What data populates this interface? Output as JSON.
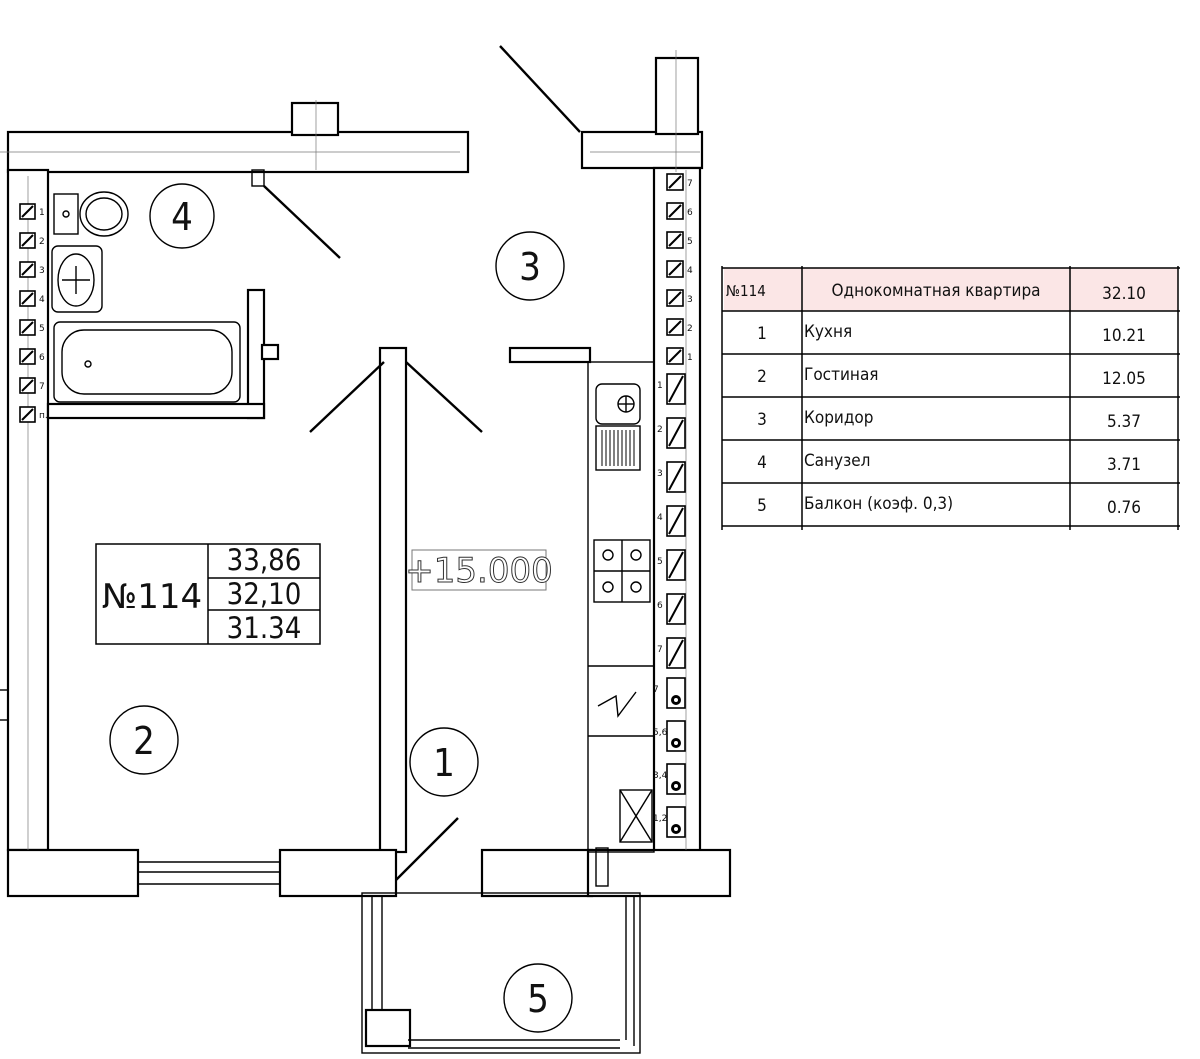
{
  "plan": {
    "apartment_label": "№114",
    "areas": [
      "33,86",
      "32,10",
      "31.34"
    ],
    "elevation": "+15.000",
    "rooms": [
      "1",
      "2",
      "3",
      "4",
      "5"
    ],
    "left_vent_labels": [
      "1",
      "2",
      "3",
      "4",
      "5",
      "6",
      "7",
      "п."
    ],
    "right_vent_labels": [
      "7",
      "6",
      "5",
      "4",
      "3",
      "2",
      "1"
    ],
    "right_slash_labels": [
      "1",
      "2",
      "3",
      "4",
      "5",
      "6",
      "7"
    ],
    "right_round_labels": [
      "7",
      "5,6",
      "3,4",
      "1,2"
    ]
  },
  "table": {
    "header": {
      "num": "№114",
      "name": "Однокомнатная квартира",
      "area": "32.10"
    },
    "rows": [
      {
        "num": "1",
        "name": "Кухня",
        "area": "10.21"
      },
      {
        "num": "2",
        "name": "Гостиная",
        "area": "12.05"
      },
      {
        "num": "3",
        "name": "Коридор",
        "area": "5.37"
      },
      {
        "num": "4",
        "name": "Санузел",
        "area": "3.71"
      },
      {
        "num": "5",
        "name": "Балкон (коэф. 0,3)",
        "area": "0.76"
      }
    ],
    "header_color": "#fbe6e6"
  }
}
